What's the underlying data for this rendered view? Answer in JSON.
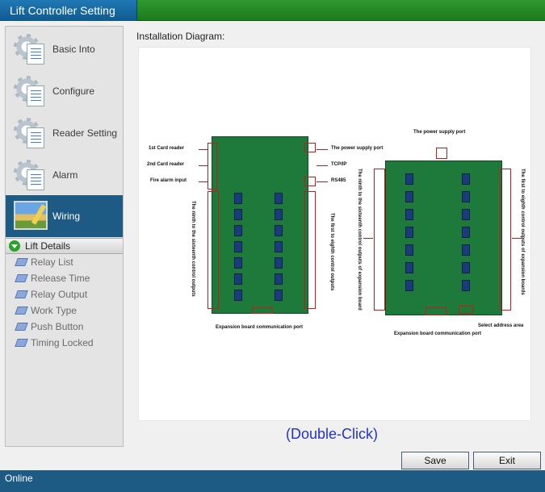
{
  "window": {
    "title": "Lift Controller Setting"
  },
  "sidebar": {
    "items": [
      {
        "label": "Basic Into",
        "icon": "settings-sheet-icon"
      },
      {
        "label": "Configure",
        "icon": "settings-sheet-icon"
      },
      {
        "label": "Reader Setting",
        "icon": "settings-sheet-icon"
      },
      {
        "label": "Alarm",
        "icon": "settings-sheet-icon"
      },
      {
        "label": "Wiring",
        "icon": "picture-icon",
        "active": true
      }
    ],
    "group": {
      "label": "Lift Details",
      "items": [
        "Relay List",
        "Release Time",
        "Relay Output",
        "Work Type",
        "Push Button",
        "Timing Locked"
      ]
    }
  },
  "main": {
    "title": "Installation Diagram:",
    "hint": "(Double-Click)",
    "diagram": {
      "left": {
        "labels": {
          "card1": "1st Card reader",
          "card2": "2nd Card reader",
          "fire": "Fire alarm input",
          "power": "The power supply port",
          "tcp": "TCP/IP",
          "rs485": "RS485",
          "ninth": "The ninth to the sixteenth control outputs",
          "first": "The first to eighth control outputs",
          "expansion": "Expansion board communication port"
        }
      },
      "right": {
        "labels": {
          "power": "The power supply port",
          "ninth": "The ninth to the sixteenth control outputs of expansion board",
          "first": "The first to eighth control outputs of expansion boards",
          "address": "Select address area",
          "expansion": "Expansion board communication port"
        }
      }
    }
  },
  "buttons": {
    "save": "Save",
    "exit": "Exit"
  },
  "status": {
    "text": "Online"
  },
  "colors": {
    "accent": "#1d5b85",
    "title_green": "#2f9a2f",
    "hint_blue": "#2233cc",
    "annotation_red": "#c81818"
  }
}
